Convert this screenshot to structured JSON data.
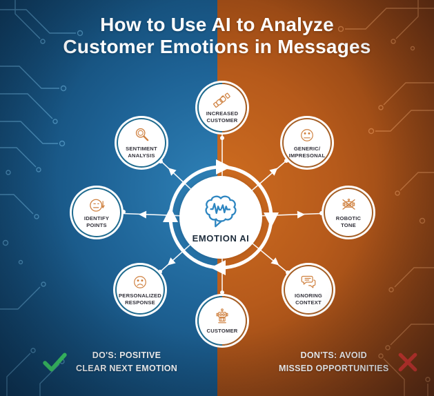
{
  "title": {
    "line1": "How to Use AI to Analyze",
    "line2": "Customer Emotions in Messages"
  },
  "center": {
    "label": "EMOTION AI",
    "icon": "brain-waveform-speech-icon"
  },
  "nodes": [
    {
      "id": "increased-customer",
      "line1": "INCREASED",
      "line2": "CUSTOMER",
      "icon": "handshake-icon",
      "ring": "split"
    },
    {
      "id": "sentiment-analysis",
      "line1": "SENTIMENT",
      "line2": "ANALYSIS",
      "icon": "magnifier-icon",
      "ring": "blue"
    },
    {
      "id": "identify-points",
      "line1": "IDENTIFY",
      "line2": "POINTS",
      "icon": "face-down-arrow-icon",
      "ring": "blue"
    },
    {
      "id": "personalized-response",
      "line1": "PERSONALIZED",
      "line2": "RESPONSE",
      "icon": "sad-face-icon",
      "ring": "blue"
    },
    {
      "id": "customer",
      "line1": "CUSTOMER",
      "line2": "",
      "icon": "robot-icon",
      "ring": "split"
    },
    {
      "id": "generic-impresonal",
      "line1": "GENERIC/",
      "line2": "IMPRESONAL",
      "icon": "neutral-face-icon",
      "ring": "orange"
    },
    {
      "id": "robotic-tone",
      "line1": "ROBOTIC",
      "line2": "TONE",
      "icon": "crossed-robot-icon",
      "ring": "orange"
    },
    {
      "id": "ignoring-context",
      "line1": "IGNORING",
      "line2": "CONTEXT",
      "icon": "chat-bubbles-icon",
      "ring": "orange"
    }
  ],
  "footer": {
    "dos": {
      "line1": "DO'S: POSITIVE",
      "line2": "CLEAR NEXT EMOTION",
      "icon": "check-icon"
    },
    "donts": {
      "line1": "DON'TS: AVOID",
      "line2": "MISSED OPPORTUNITIES",
      "icon": "x-icon"
    }
  },
  "colors": {
    "left_bg": "#1e6396",
    "right_bg": "#b65a1b",
    "ring_blue": "#1f6b8f",
    "ring_orange": "#a55f26",
    "icon_orange": "#cf8140",
    "brain_blue": "#2e86c1",
    "check_green": "#3fd56b",
    "cross_red": "#e23a2e",
    "text_dark": "#32313a",
    "text_white": "#ffffff"
  }
}
